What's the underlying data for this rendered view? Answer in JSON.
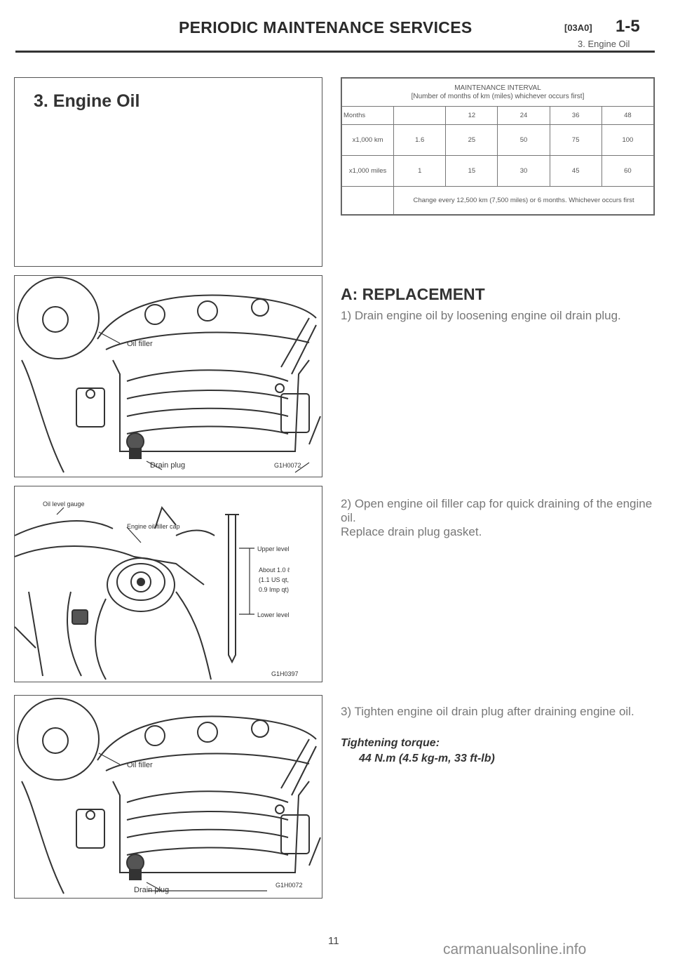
{
  "header": {
    "title": "PERIODIC MAINTENANCE SERVICES",
    "code": "[03A0]",
    "page_ref": "1-5",
    "subtitle": "3. Engine Oil"
  },
  "section": {
    "title": "3. Engine Oil"
  },
  "maintenance_table": {
    "caption_line1": "MAINTENANCE INTERVAL",
    "caption_line2": "[Number of months of km (miles) whichever occurs first]",
    "rows": [
      [
        "Months",
        "",
        "12",
        "24",
        "36",
        "48"
      ],
      [
        "x1,000 km",
        "1.6",
        "25",
        "50",
        "75",
        "100"
      ],
      [
        "x1,000 miles",
        "1",
        "15",
        "30",
        "45",
        "60"
      ]
    ],
    "note": "Change every 12,500 km (7,500 miles) or 6 months. Whichever occurs first"
  },
  "figure1": {
    "label_filler": "Oil filler",
    "label_drain": "Drain plug",
    "code": "G1H0072"
  },
  "figure2": {
    "label_gauge": "Oil level gauge",
    "label_cap": "Engine oil filler cap",
    "label_upper": "Upper level",
    "label_about1": "About 1.0 ℓ",
    "label_about2": "(1.1 US qt,",
    "label_about3": "0.9 Imp qt)",
    "label_lower": "Lower level",
    "code": "G1H0397"
  },
  "figure3": {
    "label_filler": "Oil filler",
    "label_drain": "Drain plug",
    "code": "G1H0072"
  },
  "replacement": {
    "heading": "A: REPLACEMENT",
    "step1": "1) Drain engine oil by loosening engine oil drain plug.",
    "step2": "2) Open engine oil filler cap for quick draining of the engine oil.",
    "step2b": "Replace drain plug gasket.",
    "step3": "3) Tighten engine oil drain plug after draining engine oil.",
    "torque_label": "Tightening torque:",
    "torque_value": "44 N.m (4.5 kg-m, 33 ft-lb)"
  },
  "footer": {
    "page_number": "11",
    "watermark": "carmanualsonline.info"
  }
}
